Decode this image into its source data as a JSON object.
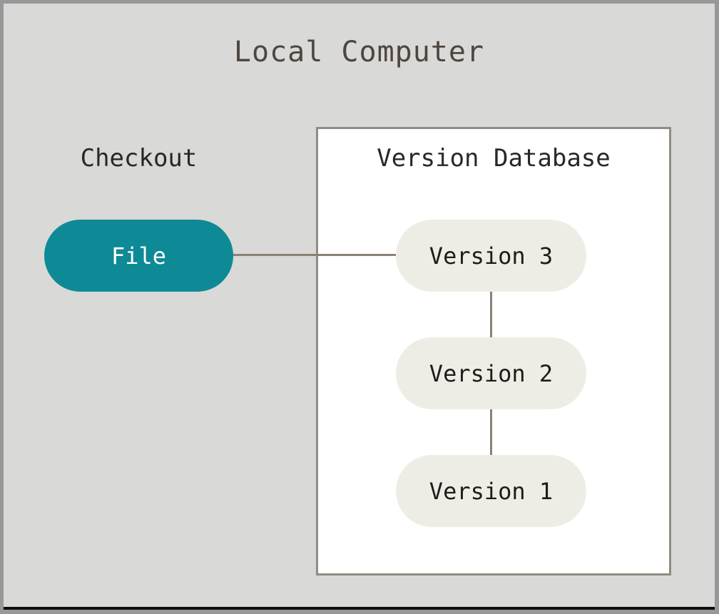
{
  "diagram": {
    "title": "Local Computer",
    "checkout_label": "Checkout",
    "version_database_label": "Version Database",
    "file_node": {
      "label": "File"
    },
    "version_nodes": [
      {
        "label": "Version 3"
      },
      {
        "label": "Version 2"
      },
      {
        "label": "Version 1"
      }
    ],
    "connections": [
      {
        "from": "File",
        "to": "Version 3"
      },
      {
        "from": "Version 3",
        "to": "Version 2"
      },
      {
        "from": "Version 2",
        "to": "Version 1"
      }
    ]
  },
  "colors": {
    "background": "#d9d9d7",
    "frame_border": "#989898",
    "bottom_edge": "#0d0d0d",
    "box_bg": "#ffffff",
    "box_border": "#918b83",
    "teal": "#0d8a96",
    "cream": "#eeede5",
    "line": "#8a8177",
    "title_text": "#4e463e",
    "label_text": "#2b2723",
    "pill_text_dark": "#1d1c1a",
    "pill_text_light": "#ffffff"
  }
}
